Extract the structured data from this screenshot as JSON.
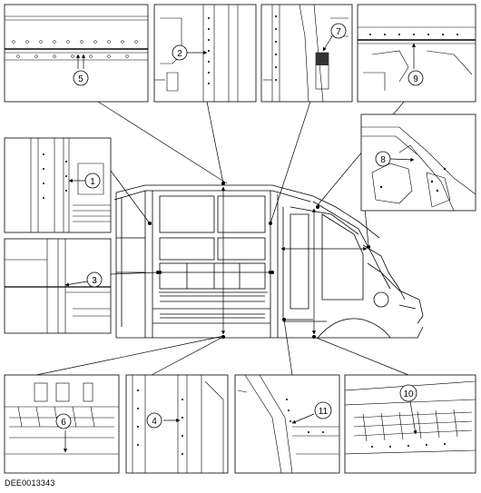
{
  "reference_code": "DEE0013343",
  "callouts": [
    "1",
    "2",
    "3",
    "4",
    "5",
    "6",
    "7",
    "8",
    "9",
    "10",
    "11"
  ]
}
